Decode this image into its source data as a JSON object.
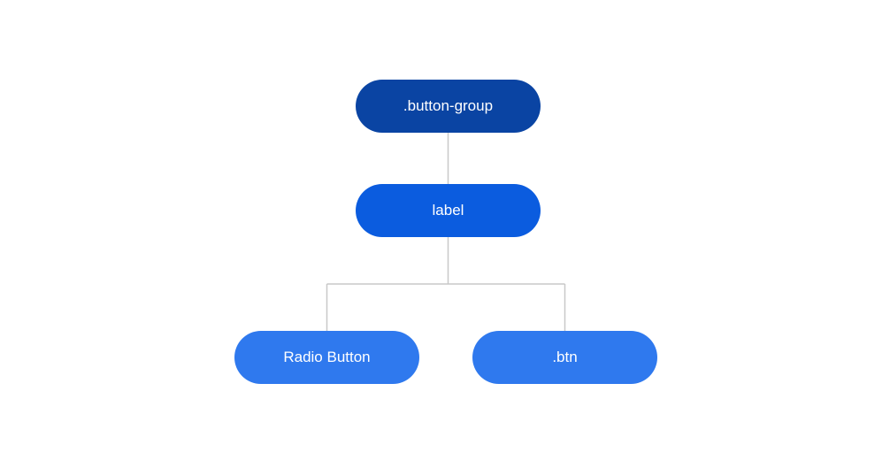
{
  "diagram": {
    "nodes": {
      "root": {
        "label": ".button-group",
        "color": "#0a44a3"
      },
      "mid": {
        "label": "label",
        "color": "#0b5cdf"
      },
      "leaf_left": {
        "label": "Radio Button",
        "color": "#2f79ee"
      },
      "leaf_right": {
        "label": ".btn",
        "color": "#2f79ee"
      }
    },
    "connector_color": "#c8c8c8"
  }
}
